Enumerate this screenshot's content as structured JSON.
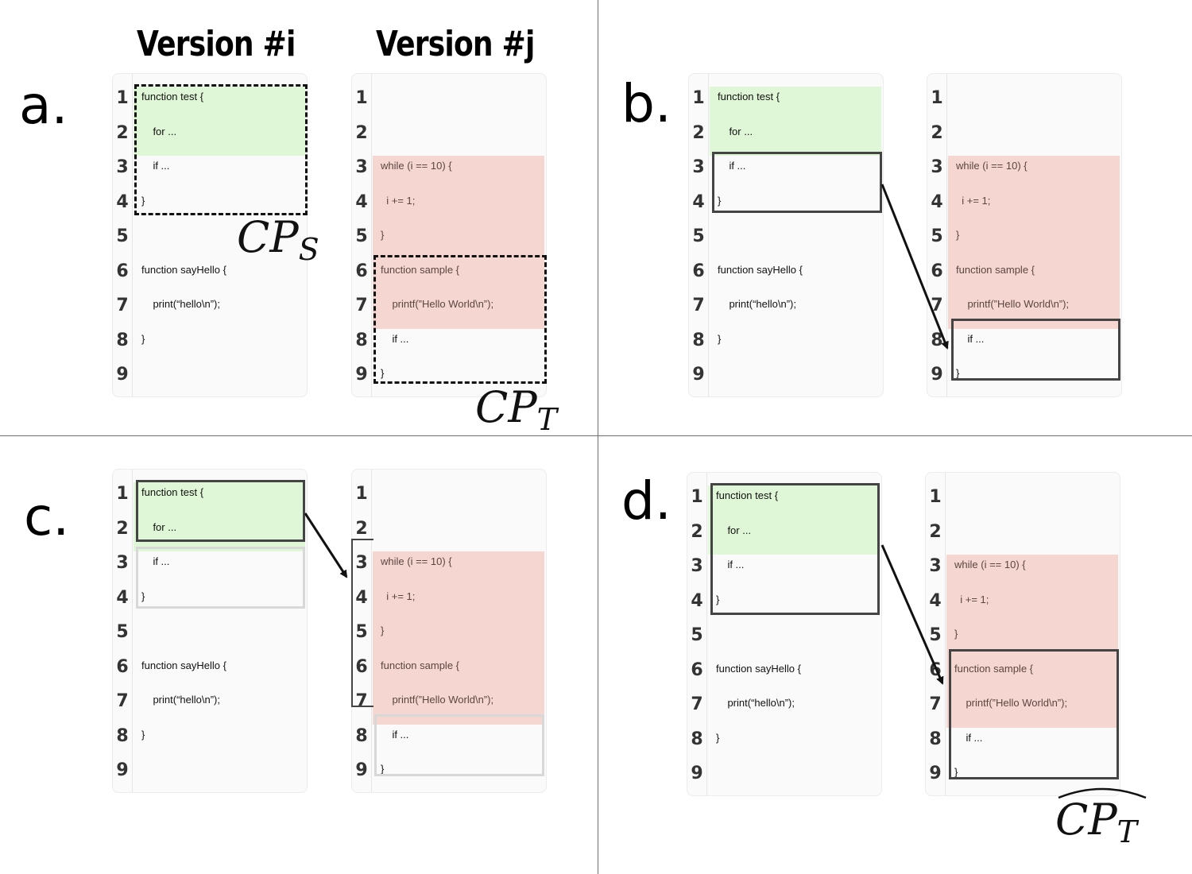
{
  "headers": {
    "version_i": "Version #i",
    "version_j": "Version #j"
  },
  "panels": {
    "a": "a.",
    "b": "b.",
    "c": "c.",
    "d": "d."
  },
  "labels": {
    "cp_s": "CP",
    "cp_s_sub": "S",
    "cp_t": "CP",
    "cp_t_sub": "T",
    "cp_t_hat": "CP",
    "cp_t_hat_sub": "T"
  },
  "line_numbers": [
    "1",
    "2",
    "3",
    "4",
    "5",
    "6",
    "7",
    "8",
    "9"
  ],
  "source_code": [
    "function test {",
    "    for ...",
    "    if ...",
    "}",
    "",
    "function sayHello {",
    "    print(“hello\\n”);",
    "}",
    ""
  ],
  "target_code": [
    "",
    "",
    "while (i == 10) {",
    "  i += 1;",
    "}",
    "function sample {",
    "    printf(”Hello World\\n”);",
    "    if ...",
    "}"
  ],
  "colors": {
    "added_green": "#dff7d6",
    "changed_red": "#f6d6d0",
    "box_dark": "#444444",
    "box_light": "#d8d8d8"
  }
}
